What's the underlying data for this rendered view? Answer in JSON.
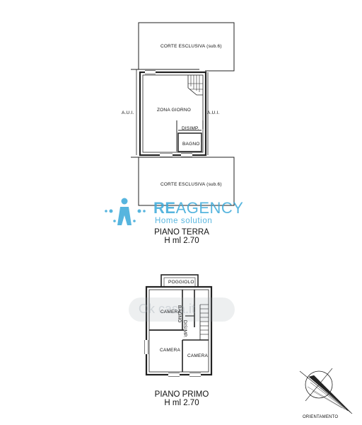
{
  "ground_floor": {
    "courtyard_top": "CORTE ESCLUSIVA (sub.6)",
    "courtyard_bottom": "CORTE ESCLUSIVA (sub.6)",
    "living_area": "ZONA GIORNO",
    "landing": "DISIMP.",
    "bathroom": "BAGNO",
    "aui_left": "A.U.I.",
    "aui_right": "A.U.I.",
    "title": "PIANO TERRA",
    "height": "H ml 2.70"
  },
  "first_floor": {
    "balcony": "POGGIOLO",
    "bedroom_1": "CAMERA",
    "bedroom_2": "CAMERA",
    "bedroom_3": "CAMERA",
    "bathroom": "BAGNO",
    "landing": "DISIMP.",
    "title": "PIANO PRIMO",
    "height": "H ml 2.70"
  },
  "orientation_label": "ORIENTAMENTO",
  "logo": {
    "name_bold": "RE",
    "name_rest": "AGENCY",
    "subtitle": "Home solution",
    "color": "#3aa9d9"
  },
  "watermark_text": "Ok casa.it"
}
